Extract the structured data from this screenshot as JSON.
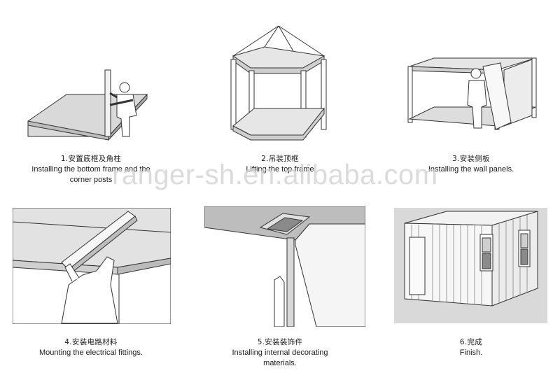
{
  "watermark": "ranger-sh.en.alibaba.com",
  "steps": [
    {
      "cn": "1.安置底框及角柱",
      "en": "Installing the bottom frame and the corner posts"
    },
    {
      "cn": "2.吊装顶框",
      "en": "Lifting the top frame"
    },
    {
      "cn": "3.安装侧板",
      "en": "Installing the wall panels."
    },
    {
      "cn": "4.安装电路材料",
      "en": "Mounting the electrical fittings."
    },
    {
      "cn": "5.安装装饰件",
      "en": "Installing internal decorating materials."
    },
    {
      "cn": "6.完成",
      "en": "Finish."
    }
  ]
}
